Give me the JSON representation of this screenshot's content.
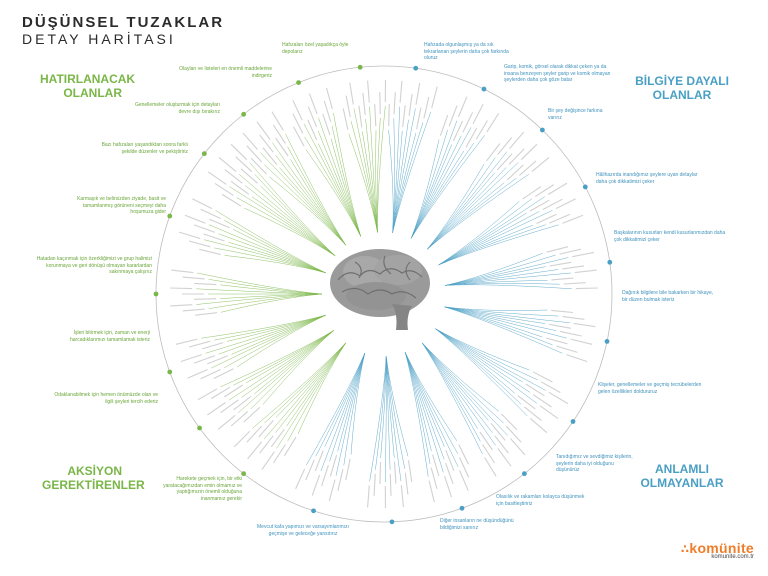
{
  "title": {
    "line1": "DÜŞÜNSEL TUZAKLAR",
    "line2": "DETAY HARİTASI"
  },
  "quadrants": {
    "top_left": "HATIRLANACAK OLANLAR",
    "top_right": "BİLGİYE DAYALI OLANLAR",
    "bottom_left": "AKSİYON GEREKTİRENLER",
    "bottom_right": "ANLAMLI OLMAYANLAR"
  },
  "notes": [
    {
      "id": "n1",
      "text": "Hafızaları özel yaşadıkça öyle depolarız",
      "color": "g"
    },
    {
      "id": "n2",
      "text": "Olayları ve listeleri en önemli maddelerine indirgeriz",
      "color": "g"
    },
    {
      "id": "n3",
      "text": "Genellemeler oluşturmak için detayları devre dışı bırakırız",
      "color": "g"
    },
    {
      "id": "n4",
      "text": "Bazı hafızaları yaşandıktan sonra farklı şekilde düzenler ve pekiştiririz",
      "color": "g"
    },
    {
      "id": "n5",
      "text": "Karmaşık ve belirsizden ziyade, basit ve tamamlanmış görüneni seçmeyi daha hoşumuza gider",
      "color": "g"
    },
    {
      "id": "n6",
      "text": "Hatadan kaçınmak için özerkliğimizi ve grup halimizi korunmaya ve geri dönüşü olmayan kararlardan sakınmaya çalışırız",
      "color": "g"
    },
    {
      "id": "n7",
      "text": "İşleri bitirmek için, zaman ve enerji harcadıklarımızı tamamlamak isteriz",
      "color": "g"
    },
    {
      "id": "n8",
      "text": "Odaklanabilmek için hemen önümüzde olan ve ilgili şeyleri tercih ederiz",
      "color": "g"
    },
    {
      "id": "n9",
      "text": "Harekete geçmek için, bir etki yaratacağımızdan emin olmamız ve yaptığımızın önemli olduğuna inanmamız gerekir",
      "color": "g"
    },
    {
      "id": "n10",
      "text": "Mevcut kafa yapımızı ve varsayımlarımızı geçmişe ve geleceğe yansıtırız",
      "color": "b"
    },
    {
      "id": "n11",
      "text": "Diğer insanların ne düşündüğünü bildiğimizi sanırız",
      "color": "b"
    },
    {
      "id": "n12",
      "text": "Olasılık ve rakamları kolayca düşünmek için basitleştiririz",
      "color": "b"
    },
    {
      "id": "n13",
      "text": "Tanıdığımız ve sevdiğimiz kişilerin, şeylerin daha iyi olduğunu düşünürüz",
      "color": "b"
    },
    {
      "id": "n14",
      "text": "Klişeler, genellemeler ve geçmiş tecrübelerden gelen özellikleri doldururuz",
      "color": "b"
    },
    {
      "id": "n15",
      "text": "Dağınık bilgilere bile bakarken bir hikaye, bir düzen bulmak isteriz",
      "color": "b"
    },
    {
      "id": "n16",
      "text": "Başkalarının kusurları kendi kusurlarımızdan daha çok dikkatimizi çeker",
      "color": "b"
    },
    {
      "id": "n17",
      "text": "Hâlihazırda inandığımız şeylere uyan detaylar daha çok dikkatimizi çeker",
      "color": "b"
    },
    {
      "id": "n18",
      "text": "Bir şey değişince farkına varırız",
      "color": "b"
    },
    {
      "id": "n19",
      "text": "Garip, komik, görsel olarak dikkat çeken ya da insana benzeyen şeyler garip ve komik olmayan şeylerden daha çok göze batar",
      "color": "b"
    },
    {
      "id": "n20",
      "text": "Hafızada olgunlaşmış ya da sık tekrarlanan şeylerin daha çok farkında oluruz",
      "color": "b"
    }
  ],
  "logo": {
    "name": "komünite",
    "url": "komunite.com.tr"
  },
  "palette": {
    "green": "#7ab648",
    "blue": "#4a9fc4",
    "ring": "#bdbdbd",
    "brain": "#8c8c8c",
    "accent": "#ee7d2a"
  }
}
